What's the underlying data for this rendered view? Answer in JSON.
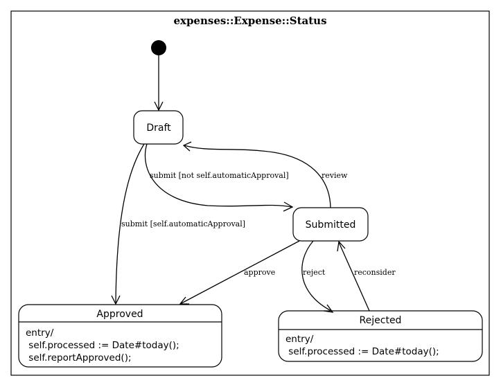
{
  "diagram": {
    "title": "expenses::Expense::Status",
    "states": {
      "draft": {
        "name": "Draft"
      },
      "submitted": {
        "name": "Submitted"
      },
      "approved": {
        "name": "Approved",
        "body": [
          "entry/",
          " self.processed := Date#today();",
          " self.reportApproved();"
        ]
      },
      "rejected": {
        "name": "Rejected",
        "body": [
          "entry/",
          " self.processed := Date#today();"
        ]
      }
    },
    "transitions": {
      "draft_to_submitted": "submit [not self.automaticApproval]",
      "draft_to_approved": "submit [self.automaticApproval]",
      "submitted_to_draft": "review",
      "submitted_to_approved": "approve",
      "submitted_to_rejected": "reject",
      "rejected_to_submitted": "reconsider"
    }
  }
}
